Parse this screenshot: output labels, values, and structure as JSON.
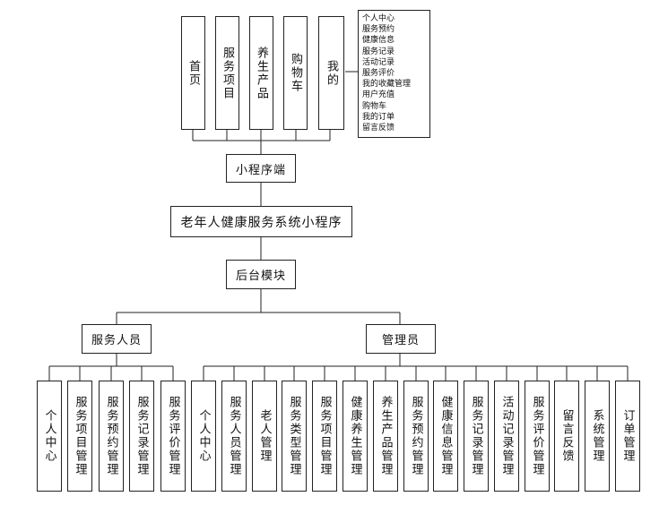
{
  "client": {
    "title": "小程序端",
    "tabs": [
      "首页",
      "服务项目",
      "养生产品",
      "购物车",
      "我的"
    ],
    "my_submenu": [
      "个人中心",
      "服务预约",
      "健康信息",
      "服务记录",
      "活动记录",
      "服务评价",
      "我的收藏管理",
      "用户充值",
      "购物车",
      "我的订单",
      "留言反馈"
    ]
  },
  "system": {
    "title": "老年人健康服务系统小程序"
  },
  "backend": {
    "title": "后台模块"
  },
  "roles": [
    {
      "name": "服务人员",
      "modules": [
        "个人中心",
        "服务项目管理",
        "服务预约管理",
        "服务记录管理",
        "服务评价管理"
      ]
    },
    {
      "name": "管理员",
      "modules": [
        "个人中心",
        "服务人员管理",
        "老人管理",
        "服务类型管理",
        "服务项目管理",
        "健康养生管理",
        "养生产品管理",
        "服务预约管理",
        "健康信息管理",
        "服务记录管理",
        "活动记录管理",
        "服务评价管理",
        "留言反馈",
        "系统管理",
        "订单管理"
      ]
    }
  ]
}
